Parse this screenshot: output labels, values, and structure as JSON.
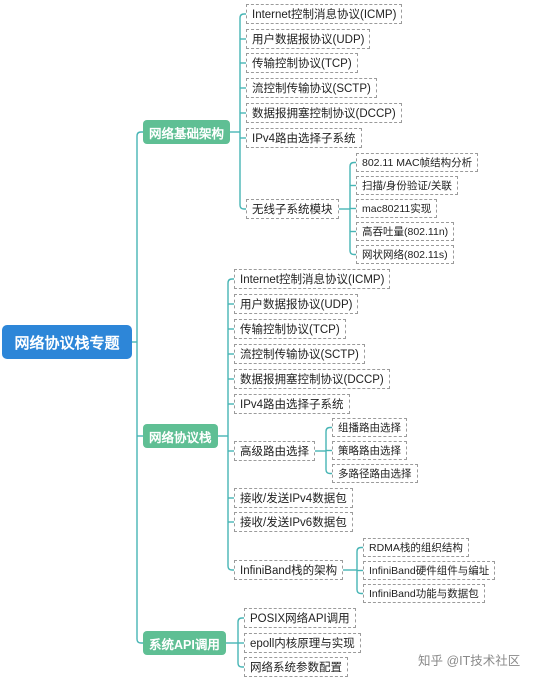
{
  "root": "网络协议栈专题",
  "sections": {
    "basic": {
      "label": "网络基础架构",
      "items": [
        "Internet控制消息协议(ICMP)",
        "用户数据报协议(UDP)",
        "传输控制协议(TCP)",
        "流控制传输协议(SCTP)",
        "数据报拥塞控制协议(DCCP)",
        "IPv4路由选择子系统",
        "无线子系统模块"
      ],
      "wireless": [
        "802.11 MAC帧结构分析",
        "扫描/身份验证/关联",
        "mac80211实现",
        "高吞吐量(802.11n)",
        "网状网络(802.11s)"
      ]
    },
    "stack": {
      "label": "网络协议栈",
      "items": [
        "Internet控制消息协议(ICMP)",
        "用户数据报协议(UDP)",
        "传输控制协议(TCP)",
        "流控制传输协议(SCTP)",
        "数据报拥塞控制协议(DCCP)",
        "IPv4路由选择子系统",
        "高级路由选择",
        "接收/发送IPv4数据包",
        "接收/发送IPv6数据包",
        "InfiniBand栈的架构"
      ],
      "advanced": [
        "组播路由选择",
        "策略路由选择",
        "多路径路由选择"
      ],
      "infiniband": [
        "RDMA栈的组织结构",
        "InfiniBand硬件组件与编址",
        "InfiniBand功能与数据包"
      ]
    },
    "api": {
      "label": "系统API调用",
      "items": [
        "POSIX网络API调用",
        "epoll内核原理与实现",
        "网络系统参数配置"
      ]
    }
  },
  "watermark": "知乎 @IT技术社区",
  "colors": {
    "root": "#2d86d8",
    "branch": "#5fbf94",
    "line": "#48b5b5"
  }
}
